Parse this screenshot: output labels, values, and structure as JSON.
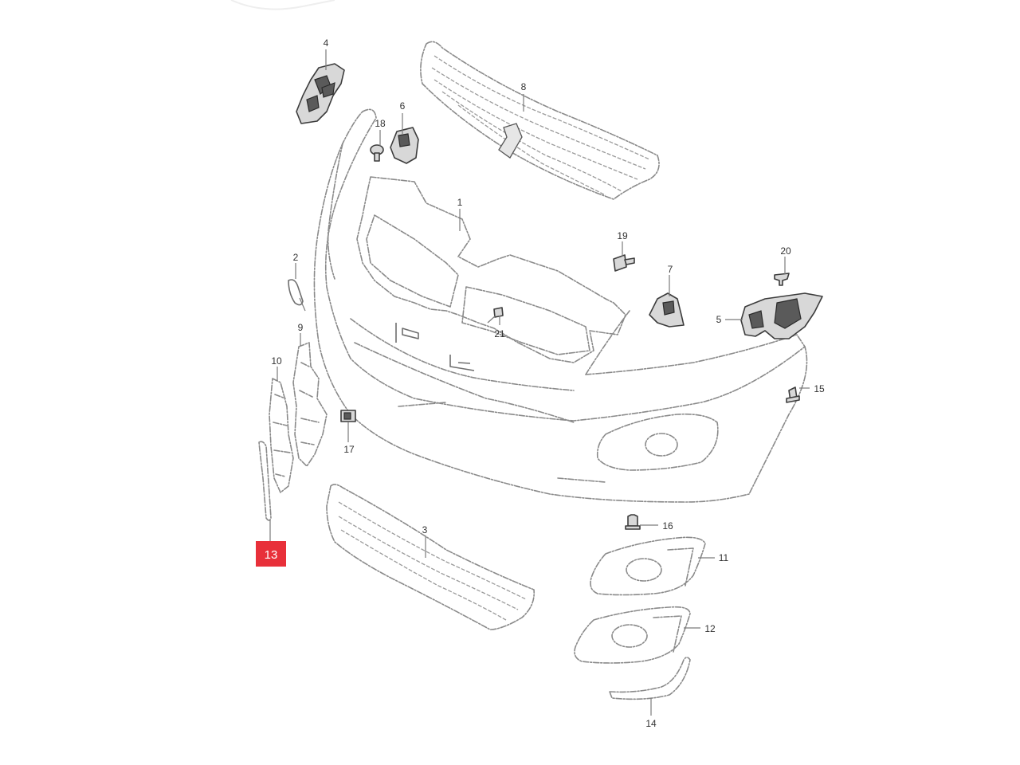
{
  "diagram": {
    "highlight_color": "#e8303a",
    "line_color": "#8a8a8a",
    "callouts": [
      {
        "id": "c1",
        "label": "1"
      },
      {
        "id": "c2",
        "label": "2"
      },
      {
        "id": "c3",
        "label": "3"
      },
      {
        "id": "c4",
        "label": "4"
      },
      {
        "id": "c5",
        "label": "5"
      },
      {
        "id": "c6",
        "label": "6"
      },
      {
        "id": "c7",
        "label": "7"
      },
      {
        "id": "c8",
        "label": "8"
      },
      {
        "id": "c9",
        "label": "9"
      },
      {
        "id": "c10",
        "label": "10"
      },
      {
        "id": "c11",
        "label": "11"
      },
      {
        "id": "c12",
        "label": "12"
      },
      {
        "id": "c13",
        "label": "13",
        "highlighted": true
      },
      {
        "id": "c14",
        "label": "14"
      },
      {
        "id": "c15",
        "label": "15"
      },
      {
        "id": "c16",
        "label": "16"
      },
      {
        "id": "c17",
        "label": "17"
      },
      {
        "id": "c18",
        "label": "18"
      },
      {
        "id": "c19",
        "label": "19"
      },
      {
        "id": "c20",
        "label": "20"
      },
      {
        "id": "c21",
        "label": "21"
      }
    ]
  }
}
